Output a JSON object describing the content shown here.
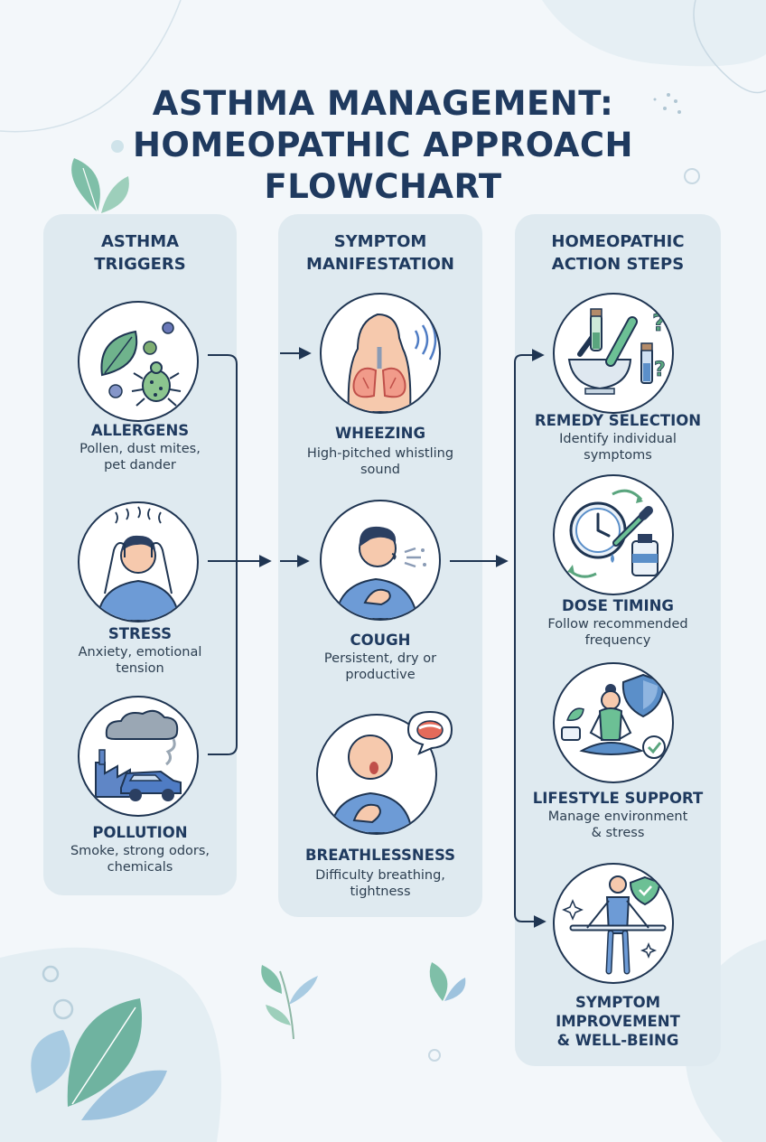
{
  "title": {
    "line1": "ASTHMA MANAGEMENT:",
    "line2": "HOMEOPATHIC APPROACH",
    "line3": "FLOWCHART"
  },
  "columns": {
    "triggers": {
      "head1": "ASTHMA",
      "head2": "TRIGGERS",
      "items": [
        {
          "label": "ALLERGENS",
          "desc1": "Pollen, dust mites,",
          "desc2": "pet dander",
          "icon": "allergens-icon"
        },
        {
          "label": "STRESS",
          "desc1": "Anxiety, emotional",
          "desc2": "tension",
          "icon": "stressed-person-icon"
        },
        {
          "label": "POLLUTION",
          "desc1": "Smoke, strong odors,",
          "desc2": "chemicals",
          "icon": "factory-car-pollution-icon"
        }
      ]
    },
    "symptoms": {
      "head1": "SYMPTOM",
      "head2": "MANIFESTATION",
      "items": [
        {
          "label": "WHEEZING",
          "desc1": "High-pitched whistling",
          "desc2": "sound",
          "icon": "lungs-wheezing-icon"
        },
        {
          "label": "COUGH",
          "desc1": "Persistent, dry or",
          "desc2": "productive",
          "icon": "coughing-person-icon"
        },
        {
          "label": "BREATHLESSNESS",
          "desc1": "Difficulty breathing,",
          "desc2": "tightness",
          "icon": "breathless-person-icon"
        }
      ]
    },
    "actions": {
      "head1": "HOMEOPATHIC",
      "head2": "ACTION STEPS",
      "items": [
        {
          "label": "REMEDY SELECTION",
          "desc1": "Identify individual",
          "desc2": "symptoms",
          "icon": "mortar-vials-icon"
        },
        {
          "label": "DOSE TIMING",
          "desc1": "Follow recommended",
          "desc2": "frequency",
          "icon": "clock-dropper-icon"
        },
        {
          "label": "LIFESTYLE SUPPORT",
          "desc1": "Manage environment",
          "desc2": "& stress",
          "icon": "meditation-shield-icon"
        }
      ],
      "final": {
        "line1": "SYMPTOM",
        "line2": "IMPROVEMENT",
        "line3": "& WELL-BEING",
        "icon": "balanced-person-icon"
      }
    }
  },
  "colors": {
    "navy": "#1f3552",
    "panel": "#dfeaf0",
    "accent_blue": "#5b8fc9",
    "accent_green": "#5aa57e",
    "accent_red": "#e46a5a"
  }
}
